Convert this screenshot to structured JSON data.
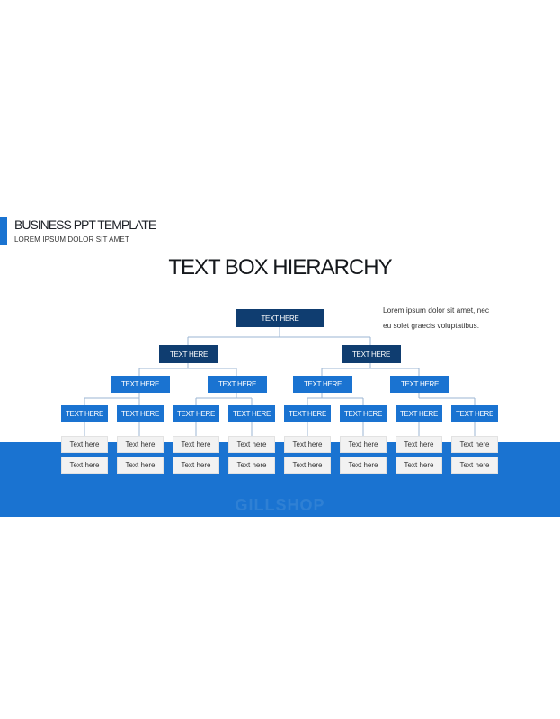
{
  "header": {
    "title": "BUSINESS PPT TEMPLATE",
    "subtitle": "LOREM IPSUM DOLOR SIT AMET"
  },
  "slide": {
    "title": "TEXT BOX HIERARCHY",
    "description_line1": "Lorem ipsum dolor sit amet, nec",
    "description_line2": "eu solet graecis voluptatibus."
  },
  "watermark": "GILLSHOP",
  "colors": {
    "accent": "#1a73d1",
    "dark_node": "#0f3d70",
    "leaf_bg": "#f2f2f2",
    "connector": "#9bb5d3"
  },
  "hierarchy": {
    "root": "TEXT HERE",
    "level2": [
      "TEXT HERE",
      "TEXT HERE"
    ],
    "level3": [
      "TEXT HERE",
      "TEXT HERE",
      "TEXT HERE",
      "TEXT HERE"
    ],
    "level4": [
      "TEXT HERE",
      "TEXT HERE",
      "TEXT HERE",
      "TEXT HERE",
      "TEXT HERE",
      "TEXT HERE",
      "TEXT HERE",
      "TEXT HERE"
    ],
    "leaves_row1": [
      "Text here",
      "Text here",
      "Text here",
      "Text here",
      "Text here",
      "Text here",
      "Text here",
      "Text here"
    ],
    "leaves_row2": [
      "Text here",
      "Text here",
      "Text here",
      "Text here",
      "Text here",
      "Text here",
      "Text here",
      "Text here"
    ]
  }
}
